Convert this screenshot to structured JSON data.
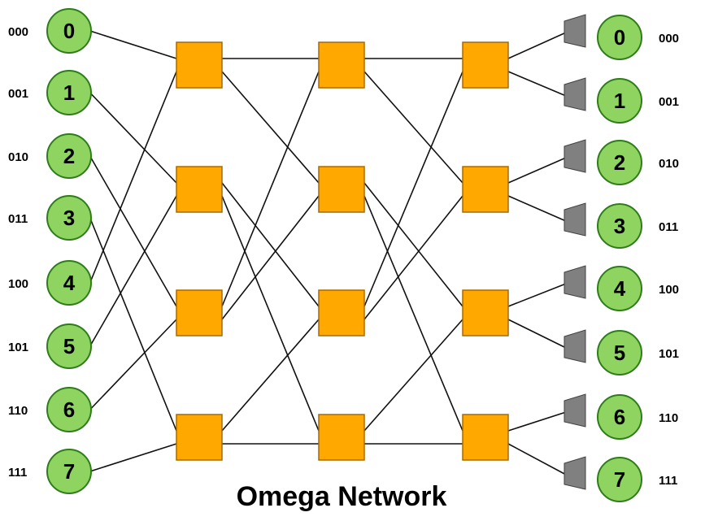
{
  "diagram": {
    "title": "Omega Network",
    "inputs": [
      {
        "label": "0",
        "binary": "000"
      },
      {
        "label": "1",
        "binary": "001"
      },
      {
        "label": "2",
        "binary": "010"
      },
      {
        "label": "3",
        "binary": "011"
      },
      {
        "label": "4",
        "binary": "100"
      },
      {
        "label": "5",
        "binary": "101"
      },
      {
        "label": "6",
        "binary": "110"
      },
      {
        "label": "7",
        "binary": "111"
      }
    ],
    "outputs": [
      {
        "label": "0",
        "binary": "000"
      },
      {
        "label": "1",
        "binary": "001"
      },
      {
        "label": "2",
        "binary": "010"
      },
      {
        "label": "3",
        "binary": "011"
      },
      {
        "label": "4",
        "binary": "100"
      },
      {
        "label": "5",
        "binary": "101"
      },
      {
        "label": "6",
        "binary": "110"
      },
      {
        "label": "7",
        "binary": "111"
      }
    ],
    "stages": 3,
    "switches_per_stage": 4,
    "colors": {
      "node_fill": "#8fd460",
      "node_stroke": "#2e7d1a",
      "switch_fill": "#ffa800",
      "switch_stroke": "#a86a00",
      "output_port_fill": "#808080",
      "output_port_stroke": "#404040",
      "wire": "#111111"
    }
  }
}
